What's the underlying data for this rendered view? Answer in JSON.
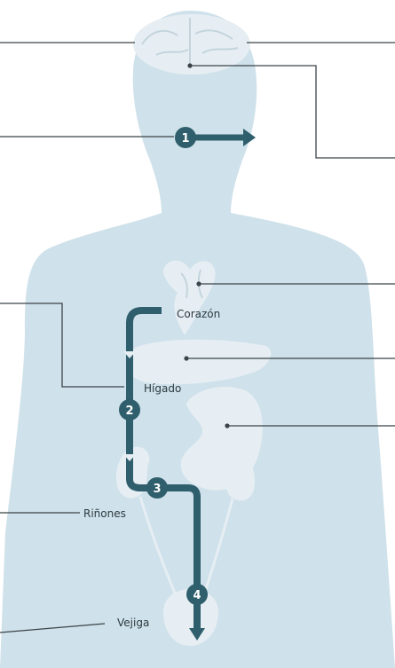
{
  "colors": {
    "body": "#cfe1ea",
    "organ": "#e6eef3",
    "organ_shade": "#d7e3ea",
    "flow": "#2f5e6c",
    "leader": "#3b4448",
    "text": "#2d3a40"
  },
  "labels": {
    "heart": "Corazón",
    "liver": "Hígado",
    "kidneys": "Riñones",
    "bladder": "Vejiga"
  },
  "steps": [
    {
      "number": "1"
    },
    {
      "number": "2"
    },
    {
      "number": "3"
    },
    {
      "number": "4"
    }
  ],
  "icons": [
    "brain-icon",
    "heart-icon",
    "liver-icon",
    "stomach-icon",
    "kidney-icon",
    "bladder-icon"
  ]
}
